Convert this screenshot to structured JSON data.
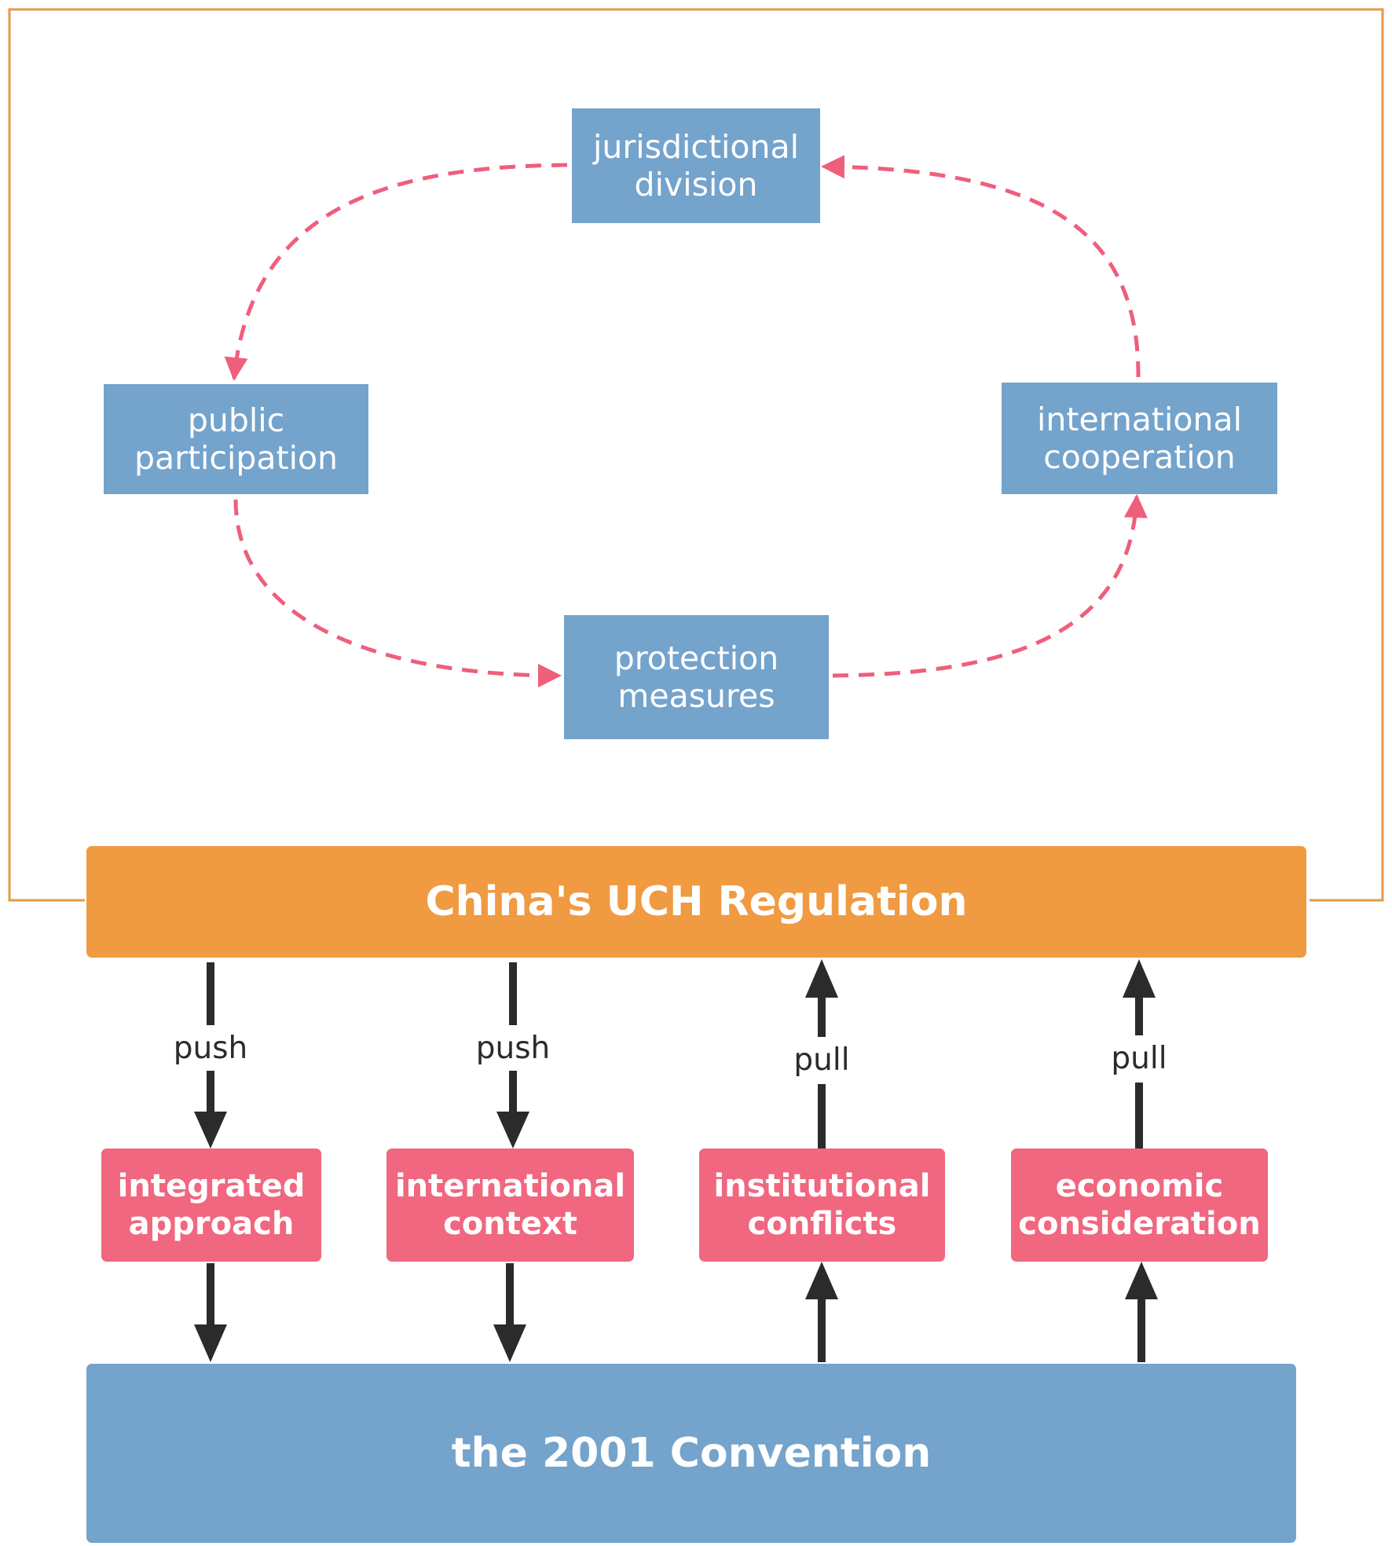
{
  "cycle": {
    "jurisdictional_division": [
      "jurisdictional",
      "division"
    ],
    "public_participation": [
      "public",
      "participation"
    ],
    "international_cooperation": [
      "international",
      "cooperation"
    ],
    "protection_measures": [
      "protection",
      "measures"
    ]
  },
  "regulation": "China's UCH Regulation",
  "factors": {
    "integrated_approach": [
      "integrated",
      "approach"
    ],
    "international_context": [
      "international",
      "context"
    ],
    "institutional_conflicts": [
      "institutional",
      "conflicts"
    ],
    "economic_consideration": [
      "economic",
      "consideration"
    ]
  },
  "links": {
    "push_1": "push",
    "push_2": "push",
    "pull_1": "pull",
    "pull_2": "pull"
  },
  "convention": "the 2001 Convention",
  "colors": {
    "frame": "#e29a4a",
    "cycle_arrow": "#ee5f7c",
    "flow_arrow": "#2b2b2b",
    "blue_box": "#74a3cc",
    "pink_box": "#f0677f",
    "orange_box": "#f09a42"
  }
}
